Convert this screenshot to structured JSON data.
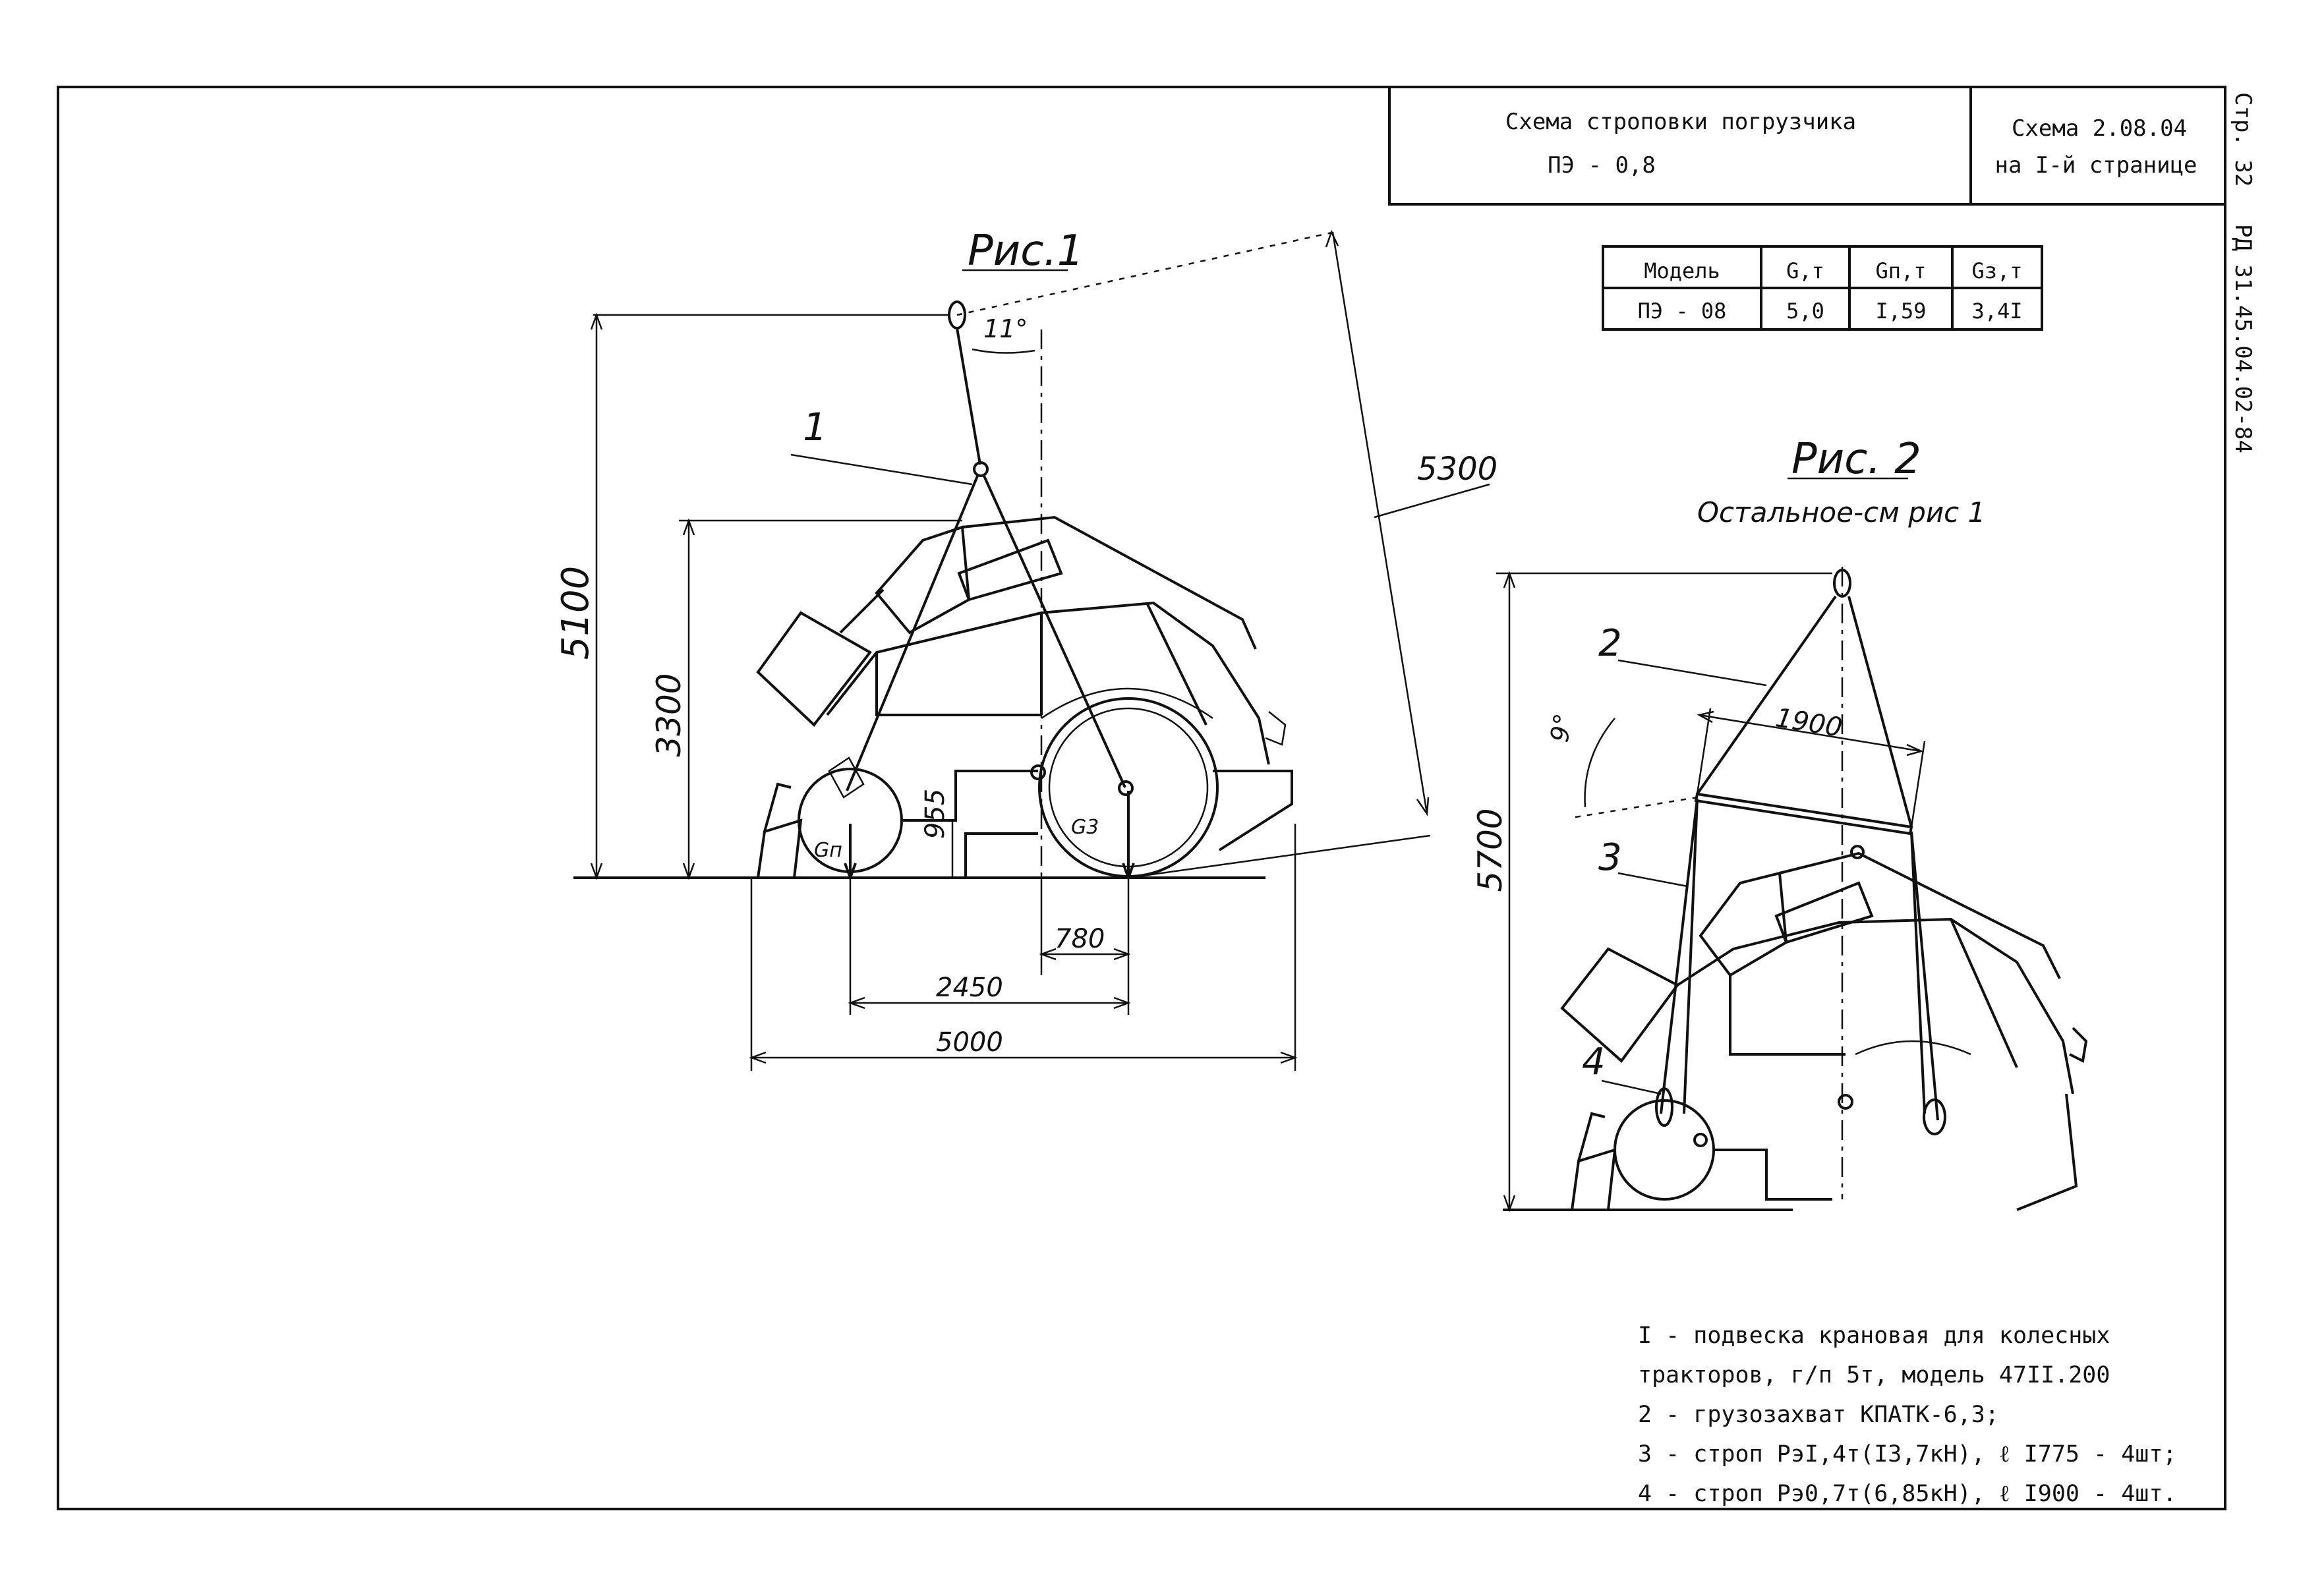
{
  "title_block": {
    "title_line1": "Схема строповки погрузчика",
    "title_line2": "ПЭ - 0,8",
    "ref_line1": "Схема 2.08.04",
    "ref_line2": "на I-й странице"
  },
  "side_stamp": {
    "page": "Стр. 32",
    "doc": "РД 31.45.04.02-84"
  },
  "weights_table": {
    "headers": [
      "Модель",
      "G,т",
      "Gп,т",
      "Gз,т"
    ],
    "row": [
      "ПЭ - 08",
      "5,0",
      "I,59",
      "3,4I"
    ]
  },
  "figure1": {
    "caption": "Рис.1",
    "angle": "11°",
    "leader": "1",
    "dims": {
      "height_total": "5100",
      "height_boom": "3300",
      "height_axle": "955",
      "sling_length": "5300",
      "cg_offset": "780",
      "wheelbase": "2450",
      "length": "5000"
    },
    "labels": {
      "front_load": "Gп",
      "rear_load": "G3"
    }
  },
  "figure2": {
    "caption": "Рис. 2",
    "subcaption": "Остальное-см рис 1",
    "angle": "9°",
    "leaders": [
      "2",
      "3",
      "4"
    ],
    "dims": {
      "spreader": "1900",
      "height_total": "5700"
    }
  },
  "legend": [
    "I - подвеска крановая для колесных",
    "тракторов, г/п 5т, модель 47II.200",
    "2 - грузозахват КПАТК-6,3;",
    "3 - строп РэI,4т(I3,7кН), ℓ I775 - 4шт;",
    "4 - строп Рэ0,7т(6,85кН), ℓ I900 - 4шт."
  ]
}
